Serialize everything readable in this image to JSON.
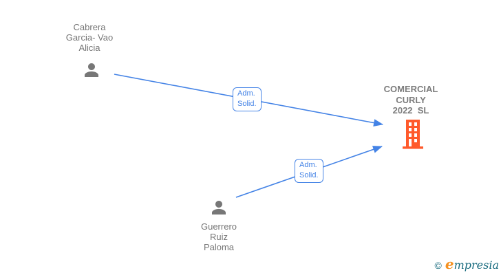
{
  "colors": {
    "edge_blue": "#4483e6",
    "person_gray": "#777777",
    "name_gray": "#757575",
    "company_gray": "#7c7c7c",
    "building_orange": "#ff5a2b",
    "logo_teal": "#186b7e",
    "logo_orange": "#f59120"
  },
  "nodes": {
    "person_cabrera": {
      "name": "Cabrera\nGarcia- Vao\nAlicia",
      "icon": "person-icon"
    },
    "person_guerrero": {
      "name": "Guerrero\nRuiz\nPaloma",
      "icon": "person-icon"
    },
    "company_comercial_curly": {
      "name": "COMERCIAL\nCURLY\n2022  SL",
      "icon": "building-icon"
    }
  },
  "edges": [
    {
      "from": "person_cabrera",
      "to": "company_comercial_curly",
      "label": "Adm.\nSolid."
    },
    {
      "from": "person_guerrero",
      "to": "company_comercial_curly",
      "label": "Adm.\nSolid."
    }
  ],
  "logo": {
    "symbol": "©",
    "brand_initial": "e",
    "brand_rest": "mpresia"
  }
}
